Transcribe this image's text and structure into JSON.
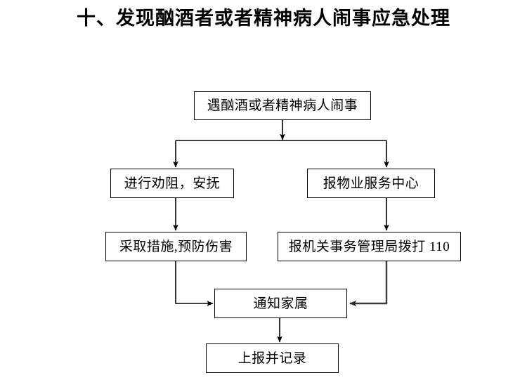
{
  "document": {
    "title": "十、发现酗酒者或者精神病人闹事应急处理"
  },
  "flowchart": {
    "type": "flowchart",
    "orientation": "top-down",
    "nodes": [
      {
        "id": "trigger",
        "label": "遇酗酒或者精神病人闹事"
      },
      {
        "id": "dissuade",
        "label": "进行劝阻，安抚"
      },
      {
        "id": "report_pm",
        "label": "报物业服务中心"
      },
      {
        "id": "measures",
        "label": "采取措施,预防伤害"
      },
      {
        "id": "call_110",
        "label": "报机关事务管理局拨打 110"
      },
      {
        "id": "notify",
        "label": "通知家属"
      },
      {
        "id": "record",
        "label": "上报并记录"
      }
    ],
    "edges": [
      {
        "from": "trigger",
        "to": "dissuade",
        "style": "split-down"
      },
      {
        "from": "trigger",
        "to": "report_pm",
        "style": "split-down"
      },
      {
        "from": "dissuade",
        "to": "measures",
        "style": "straight-down"
      },
      {
        "from": "report_pm",
        "to": "call_110",
        "style": "straight-down"
      },
      {
        "from": "measures",
        "to": "notify",
        "style": "elbow-right"
      },
      {
        "from": "call_110",
        "to": "notify",
        "style": "elbow-left"
      },
      {
        "from": "notify",
        "to": "record",
        "style": "straight-down"
      }
    ],
    "colors": {
      "line": "#000000",
      "line_secondary": "#4d4d4d",
      "box_border": "#000000",
      "box_fill": "#ffffff",
      "text": "#000000",
      "background": "#ffffff"
    }
  }
}
